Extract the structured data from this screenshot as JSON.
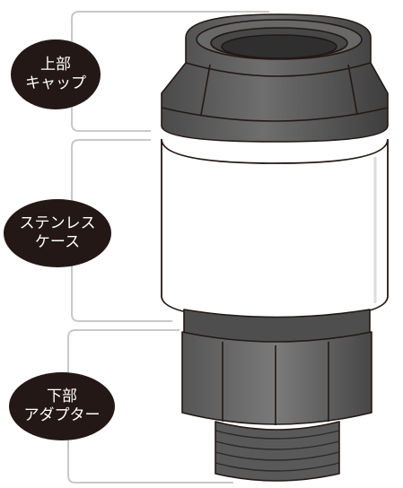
{
  "labels": {
    "top": {
      "line1": "上部",
      "line2": "キャップ"
    },
    "middle": {
      "line1": "ステンレス",
      "line2": "ケース"
    },
    "bottom": {
      "line1": "下部",
      "line2": "アダプター"
    }
  },
  "colors": {
    "label_background": "#231815",
    "label_text": "#ffffff",
    "bracket": "#c8c8c8",
    "plastic": "#5b5b5b",
    "case": "#ffffff",
    "outline": "#231815"
  }
}
